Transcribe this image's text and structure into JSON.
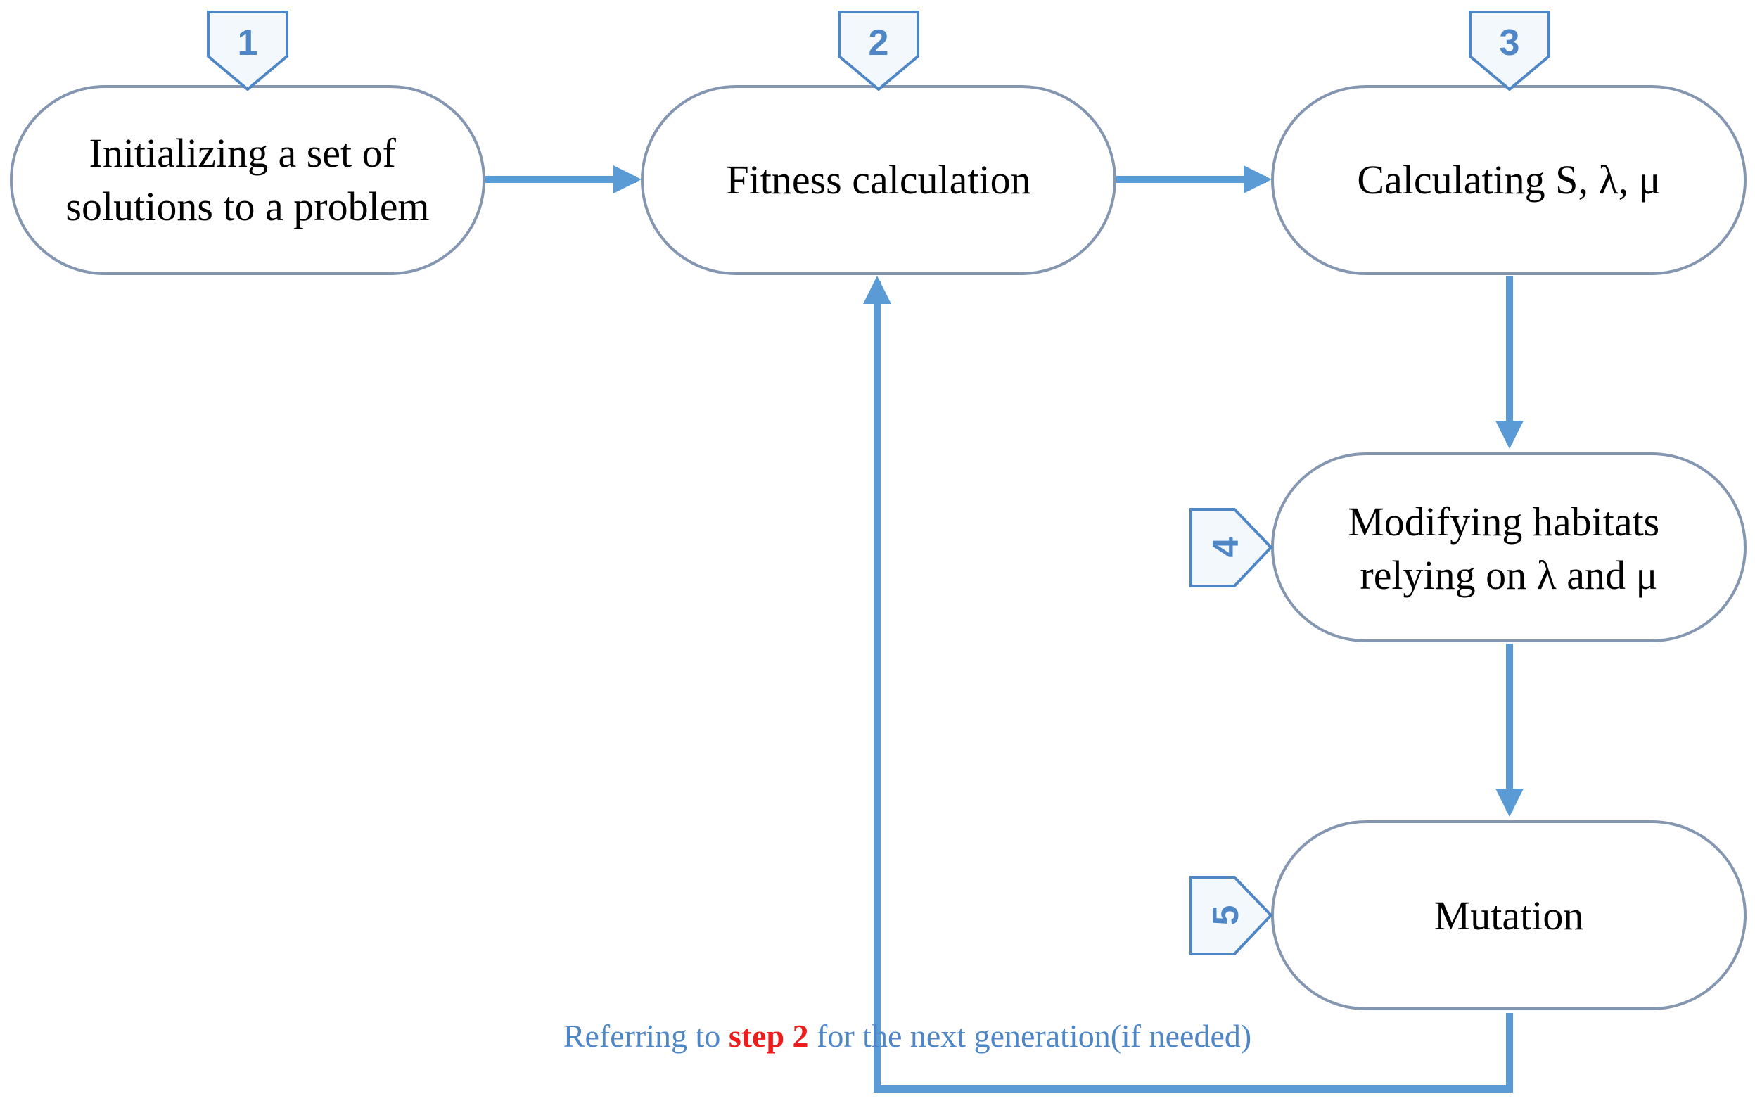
{
  "colors": {
    "arrow": "#5b9bd5",
    "node_stroke": "#8496b0",
    "badge_stroke": "#4f86c6",
    "badge_text": "#4f86c6",
    "caption": "#4f86c6",
    "caption_emphasis": "#ee1c1c"
  },
  "nodes": [
    {
      "step": "1",
      "lines": [
        "Initializing a set of",
        "solutions to a problem"
      ]
    },
    {
      "step": "2",
      "lines": [
        "Fitness calculation"
      ]
    },
    {
      "step": "3",
      "lines": [
        "Calculating S, λ, μ"
      ]
    },
    {
      "step": "4",
      "lines": [
        "Modifying habitats",
        "relying on λ and μ"
      ]
    },
    {
      "step": "5",
      "lines": [
        "Mutation"
      ]
    }
  ],
  "loop_caption": {
    "before": "Referring to ",
    "emphasis": "step 2",
    "after": " for the next generation(if needed)"
  }
}
